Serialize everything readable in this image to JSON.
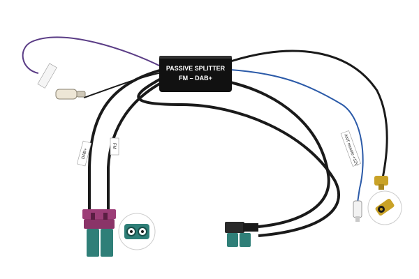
{
  "splitter_box": {
    "line1": "PASSIVE SPLITTER",
    "line2": "FM – DAB+"
  },
  "tags": {
    "dab": "DAB+",
    "fm": "FM",
    "ant_remote": "ANT remote +12V"
  },
  "colors": {
    "cable_black": "#1a1a1a",
    "cable_blue": "#2b5aa8",
    "cable_purple": "#5b3d86",
    "fakra_magenta": "#9c3d77",
    "fakra_teal": "#2f7f78",
    "smb_gold": "#c9a227"
  }
}
